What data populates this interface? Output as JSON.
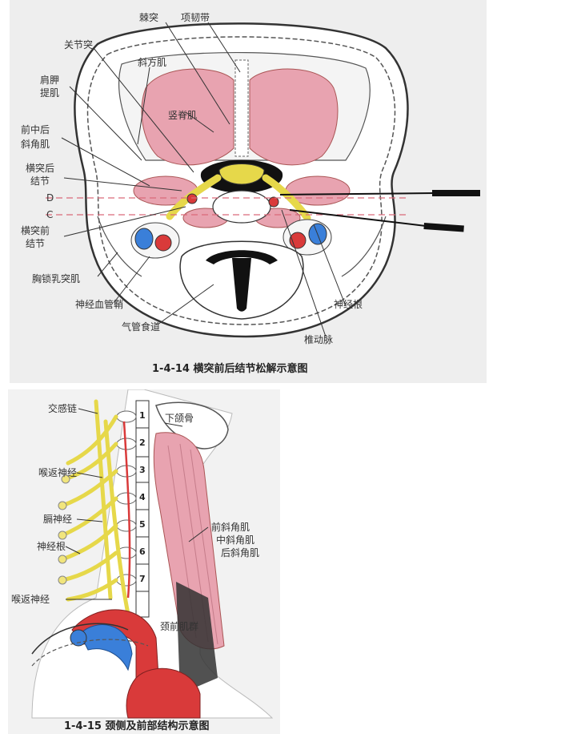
{
  "figure1": {
    "caption": "1-4-14 横突前后结节松解示意图",
    "labels": {
      "spinous": "棘突",
      "nuchal_ligament": "项韧带",
      "articular": "关节突",
      "trapezius": "斜方肌",
      "levator_1": "肩胛",
      "levator_2": "提肌",
      "scalene_1": "前中后",
      "scalene_2": "斜角肌",
      "erector": "竖脊肌",
      "post_tubercle_1": "横突后",
      "post_tubercle_2": "结节",
      "line_d": "D",
      "line_c": "C",
      "ant_tubercle_1": "横突前",
      "ant_tubercle_2": "结节",
      "scm": "胸锁乳突肌",
      "neurovascular": "神经血管鞘",
      "trachea": "气管食道",
      "nerve_root": "神经根",
      "vertebral_artery": "椎动脉"
    },
    "colors": {
      "muscle": "#e8a3b0",
      "nerve": "#e6d84a",
      "artery": "#d93a3a",
      "vein": "#3a7fd9",
      "needle": "#111111"
    }
  },
  "figure2": {
    "caption": "1-4-15 颈侧及前部结构示意图",
    "labels": {
      "sympathetic": "交感链",
      "mandible": "下颌骨",
      "recurrent_1": "喉返神经",
      "phrenic": "膈神经",
      "ant_scalene": "前斜角肌",
      "mid_scalene": "中斜角肌",
      "post_scalene": "后斜角肌",
      "nerve_root": "神经根",
      "recurrent_2": "喉返神经",
      "anterior_group": "颈前肌群"
    },
    "vertebrae": [
      "1",
      "2",
      "3",
      "4",
      "5",
      "6",
      "7"
    ]
  }
}
